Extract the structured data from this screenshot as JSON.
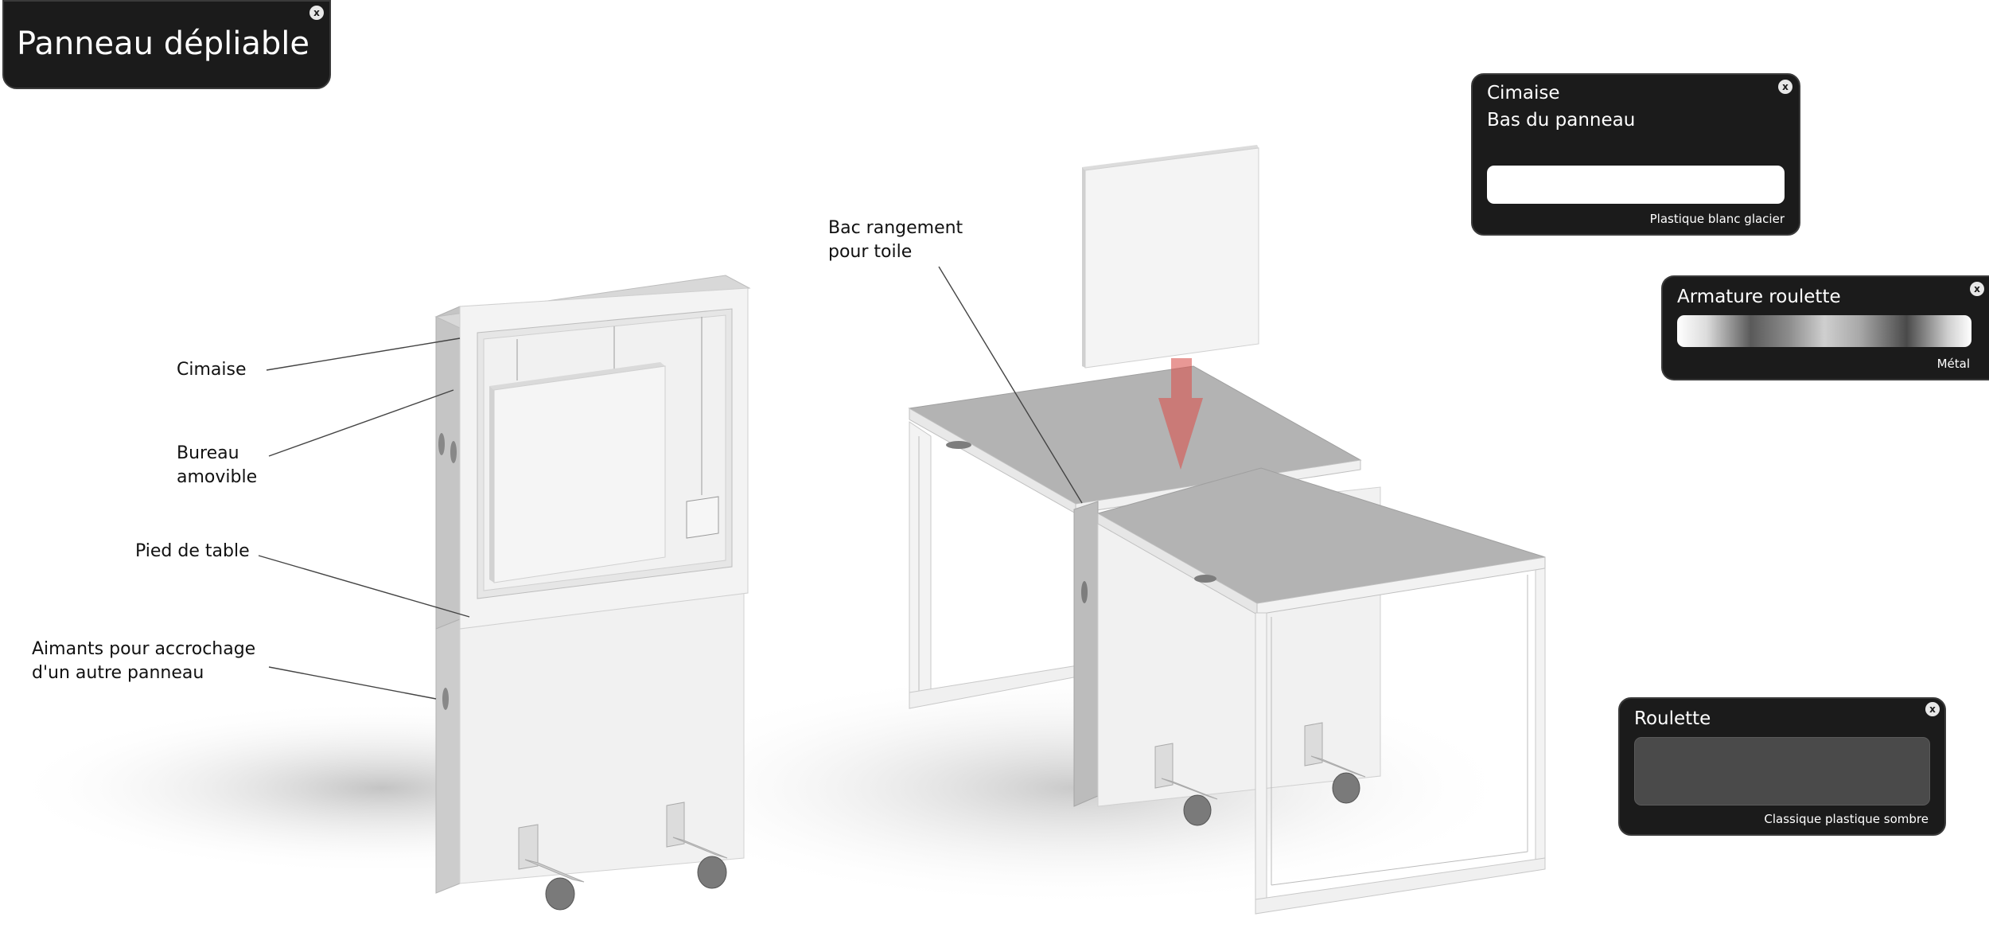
{
  "title_panel": {
    "title": "Panneau dépliable",
    "close_label": "x"
  },
  "callouts": {
    "cimaise": "Cimaise",
    "bureau_line1": "Bureau",
    "bureau_line2": "amovible",
    "pied": "Pied de table",
    "aimants_line1": "Aimants pour accrochage",
    "aimants_line2": "d'un autre panneau",
    "bac_line1": "Bac rangement",
    "bac_line2": "pour toile"
  },
  "material_panels": [
    {
      "title": "Cimaise",
      "subtitle": "Bas du panneau",
      "material": "Plastique blanc glacier",
      "close_label": "x",
      "swatch_color": "#ffffff"
    },
    {
      "title": "Armature roulette",
      "material": "Métal",
      "close_label": "x",
      "swatch_style": "metal-gradient"
    },
    {
      "title": "Roulette",
      "material": "Classique plastique sombre",
      "close_label": "x",
      "swatch_color": "#4a4a4a"
    }
  ],
  "colors": {
    "panel_bg": "#1b1b1b",
    "surface_light": "#f1f1f1",
    "surface_side": "#cfcfcf",
    "table_top": "#b3b3b3",
    "arrow": "#d9534f"
  }
}
